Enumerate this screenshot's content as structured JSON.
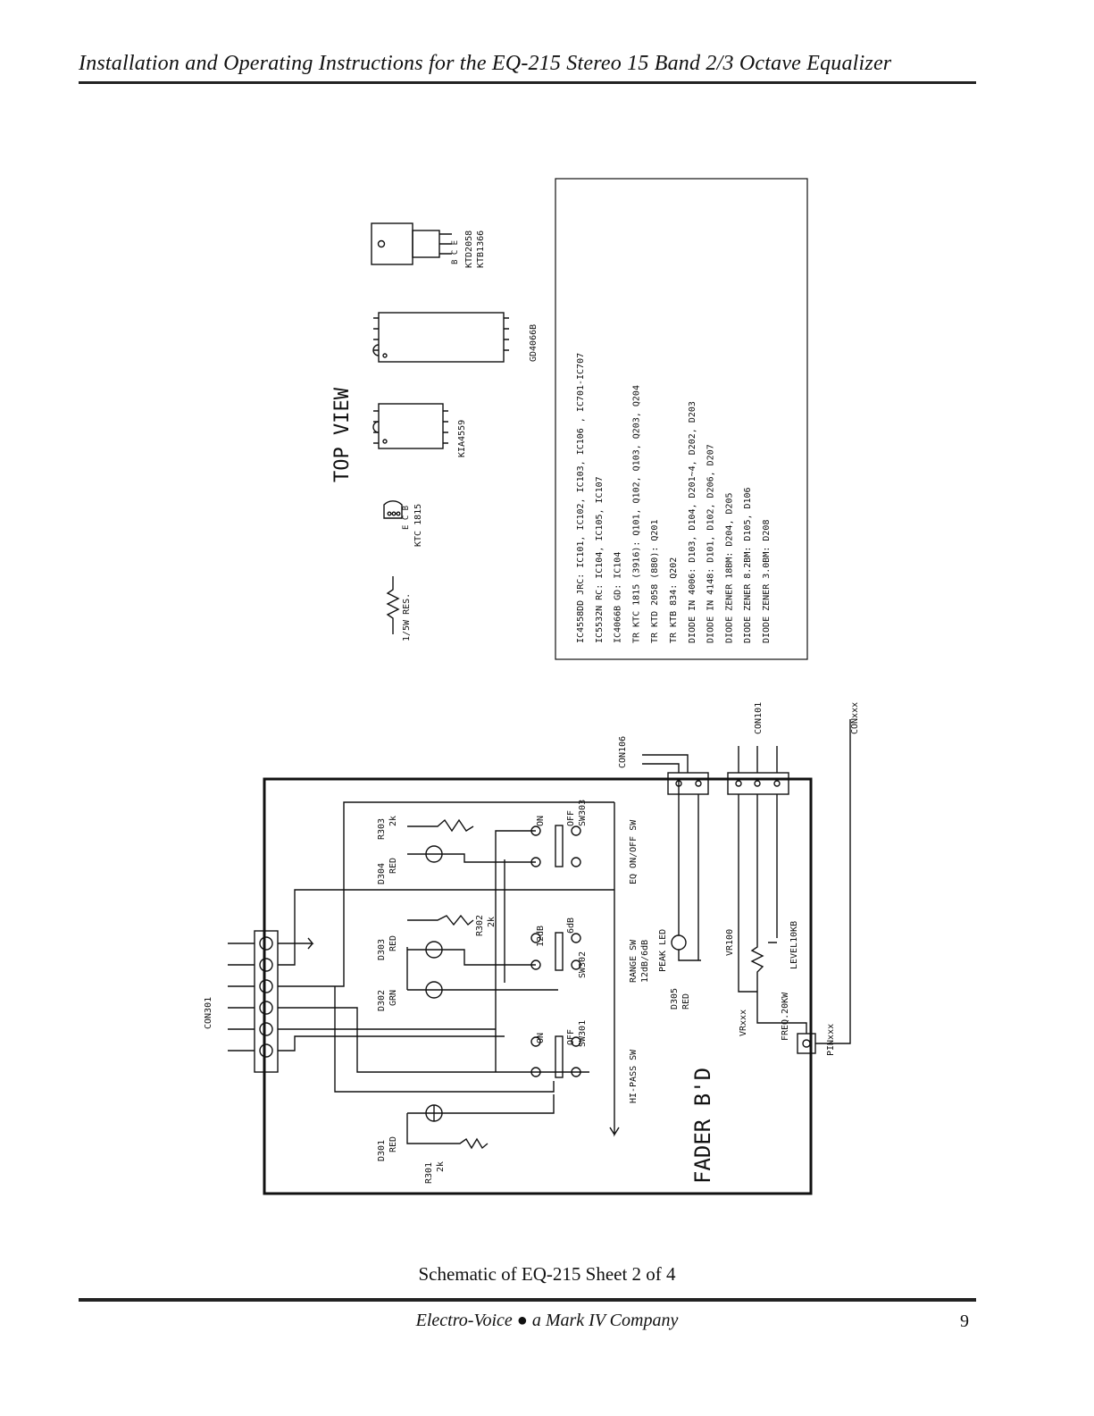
{
  "header": {
    "title": "Installation and Operating Instructions for the EQ-215 Stereo 15 Band 2/3 Octave Equalizer"
  },
  "parts": {
    "top_view_label": "TOP VIEW",
    "resistor": "1/5W RES.",
    "ktc": "KTC 1815",
    "ecb": "E C B",
    "kia": "KIA4559",
    "gd": "GD4066B",
    "bce": "B C E",
    "ktd": "KTD2058",
    "ktb": "KTB1366"
  },
  "component_list": [
    "IC4558DD JRC: IC101, IC102, IC103, IC106 , IC701-IC707",
    "IC5532N RC: IC104, IC105, IC107",
    "IC4066B GD: IC104",
    "TR KTC 1815 (3916): Q101, Q102, Q103, Q203, Q204",
    "TR KTD 2058 (880): Q201",
    "TR KTB 834: Q202",
    "DIODE IN 4006: D103, D104, D201~4, D202, D203",
    "DIODE IN 4148: D101, D102, D206, D207",
    "DIODE ZENER 18BM: D204, D205",
    "DIODE ZENER 8.2BM: D105, D106",
    "DIODE ZENER 3.0BM: D208"
  ],
  "fader": {
    "board_label": "FADER B'D",
    "con301": "CON301",
    "con106": "CON106",
    "con101": "CON101",
    "conxxx": "CONxxx",
    "d301": "D301",
    "d301_color": "RED",
    "r301": "R301",
    "r301_val": "2k",
    "d302": "D302",
    "d302_color": "GRN",
    "d303": "D303",
    "d303_color": "RED",
    "r302": "R302",
    "r302_val": "2k",
    "d304": "D304",
    "d304_color": "RED",
    "r303": "R303",
    "r303_val": "2k",
    "sw301": "SW301",
    "sw302": "SW302",
    "sw303": "SW303",
    "on": "ON",
    "off": "OFF",
    "db12": "12dB",
    "db6": "6dB",
    "hi_pass": "HI-PASS SW",
    "range_sw": "RANGE SW",
    "range_vals": "12dB/6dB",
    "peak_led": "PEAK LED",
    "d305": "D305",
    "d305_color": "RED",
    "eq_sw": "EQ ON/OFF SW",
    "vr100": "VR100",
    "vrxxx": "VRxxx",
    "freq": "FREQ.20KW",
    "level": "LEVEL10KB",
    "pinxxx": "PINxxx"
  },
  "caption": "Schematic of EQ-215 Sheet 2 of 4",
  "footer": {
    "company": "Electro-Voice ● a Mark IV Company",
    "page": "9"
  }
}
